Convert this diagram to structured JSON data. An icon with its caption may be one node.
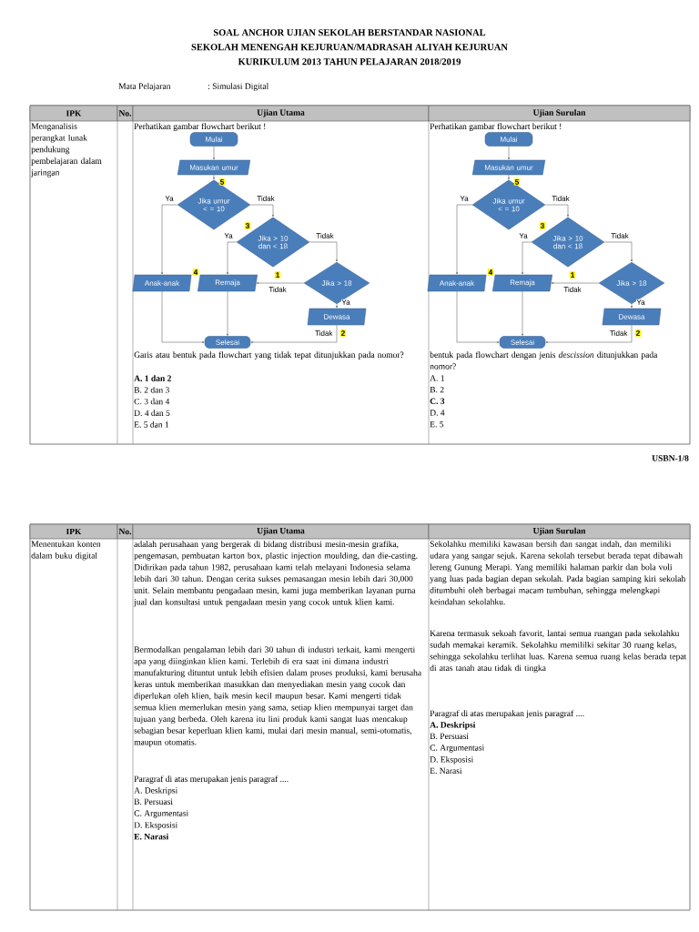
{
  "diagram": {
    "title": "SOAL ANCHOR UJIAN SEKOLAH BERSTANDAR NASIONAL",
    "nodes": [
      {
        "text": [
          "Mulai"
        ]
      },
      {
        "text": [
          "Masukan umur"
        ]
      },
      {
        "text": [
          "Jika umur < = 10"
        ]
      },
      {
        "text": [
          "Jika > 10 dan < 18"
        ]
      },
      {
        "text": [
          "Anak-anak"
        ]
      },
      {
        "text": [
          "Remaja"
        ]
      },
      {
        "text": [
          "Jika > 18"
        ]
      },
      {
        "text": [
          "Dewasa"
        ]
      },
      {
        "text": [
          "Selesai"
        ]
      },
      {
        "text": [
          "Mulai"
        ]
      },
      {
        "text": [
          "Masukan umur"
        ]
      },
      {
        "text": [
          "Jika umur < = 10"
        ]
      },
      {
        "text": [
          "Jika > 10 dan < 18"
        ]
      },
      {
        "text": [
          "Anak-anak"
        ]
      },
      {
        "text": [
          "Remaja"
        ]
      },
      {
        "text": [
          "Jika > 18"
        ]
      },
      {
        "text": [
          "Dewasa"
        ]
      },
      {
        "text": [
          "Selesai"
        ]
      }
    ],
    "edges": [
      {
        "from": 0,
        "to": 1,
        "arrow": "to"
      },
      {
        "from": 1,
        "to": 2,
        "arrow": "to"
      },
      {
        "from": 2,
        "to": 4,
        "arrow": "to",
        "label": "Ya"
      },
      {
        "from": 2,
        "to": 3,
        "arrow": "to",
        "label": "Tidak"
      },
      {
        "from": 3,
        "to": 5,
        "arrow": "to",
        "label": "Ya"
      },
      {
        "from": 3,
        "to": 6,
        "arrow": "to",
        "label": "Tidak"
      },
      {
        "from": 6,
        "to": 5,
        "arrow": "to",
        "label": "Tidak"
      },
      {
        "from": 6,
        "to": 7,
        "arrow": "to",
        "label": "Ya"
      },
      {
        "from": 4,
        "to": 8,
        "arrow": "to"
      },
      {
        "from": 5,
        "to": 8,
        "arrow": "to"
      },
      {
        "from": 7,
        "to": 8,
        "arrow": "to",
        "label": "Tidak"
      },
      {
        "from": 9,
        "to": 10,
        "arrow": "to"
      },
      {
        "from": 10,
        "to": 11,
        "arrow": "to"
      },
      {
        "from": 11,
        "to": 13,
        "arrow": "to",
        "label": "Ya"
      },
      {
        "from": 11,
        "to": 12,
        "arrow": "to",
        "label": "Tidak"
      },
      {
        "from": 12,
        "to": 14,
        "arrow": "to",
        "label": "Ya"
      },
      {
        "from": 12,
        "to": 15,
        "arrow": "to",
        "label": "Tidak"
      },
      {
        "from": 15,
        "to": 14,
        "arrow": "to",
        "label": "Tidak"
      },
      {
        "from": 15,
        "to": 16,
        "arrow": "to",
        "label": "Ya"
      },
      {
        "from": 13,
        "to": 17,
        "arrow": "to"
      },
      {
        "from": 14,
        "to": 17,
        "arrow": "to"
      },
      {
        "from": 16,
        "to": 17,
        "arrow": "to",
        "label": "Tidak"
      }
    ],
    "labels": [
      "SEKOLAH MENENGAH KEJURUAN/MADRASAH ALIYAH KEJURUAN",
      "KURIKULUM 2013 TAHUN PELAJARAN 2018/2019",
      "Mata Pelajaran",
      ": Simulasi Digital",
      "IPK",
      "No.",
      "Ujian Utama",
      "Ujian Surulan",
      "Menganalisis perangkat lunak pendukung pembelajaran dalam jaringan",
      "Perhatikan gambar flowchart berikut !",
      "5",
      "3",
      "4",
      "1",
      "2",
      "Garis atau bentuk pada flowchart yang tidak tepat ditunjukkan pada nomor?",
      "A. 1 dan 2",
      "B. 2 dan 3",
      "C. 3 dan 4",
      "D. 4 dan 5",
      "E. 5 dan 1",
      "Perhatikan gambar flowchart berikut !",
      "5",
      "3",
      "4",
      "1",
      "2",
      "bentuk pada flowchart dengan jenis *descission* ditunjukkan pada nomor?",
      "A. 1",
      "B. 2",
      "C. 3",
      "D. 4",
      "E. 5",
      "USBN-1/8",
      "IPK",
      "No.",
      "Ujian Utama",
      "Ujian Surulan",
      "Menentukan konten dalam buku digital",
      "adalah perusahaan yang bergerak di bidang distribusi mesin-mesin grafika, pengemasan, pembuatan karton box, plastic injection moulding, dan die-casting. Didirikan pada tahun 1982, perusahaan kami telah melayani Indonesia selama lebih dari 30 tahun. Dengan cerita sukses pemasangan mesin lebih dari 30,000 unit. Selain membantu pengadaan mesin, kami juga memberikan layanan purna jual dan konsultasi untuk pengadaan mesin yang cocok untuk klien kami.",
      "Bermodalkan pengalaman lebih dari 30 tahun di industri terkait, kami mengerti apa yang diinginkan klien kami. Terlebih di era saat ini dimana industri manufakturing dituntut untuk lebih efisien dalam proses produksi, kami berusaha keras untuk memberikan masukkan dan menyediakan mesin yang cocok dan diperlukan oleh klien, baik mesin kecil maupun besar. Kami mengerti tidak semua klien memerlukan mesin yang sama, setiap klien mempunyai target dan tujuan yang berbeda. Oleh karena itu lini produk kami sangat luas mencakup sebagian besar keperluan klien kami, mulai dari mesin manual, semi-otomatis, maupun otomatis.",
      "Paragraf di atas merupakan jenis paragraf ....",
      "A. Deskripsi",
      "B. Persuasi",
      "C. Argumentasi",
      "D. Eksposisi",
      "E. Narasi",
      "Sekolahku memiliki kawasan bersih dan sangat indah, dan memiliki udara yang sangar sejuk. Karena sekolah tersebut berada tepat dibawah lereng Gunung Merapi. Yang memiliki halaman parkir dan bola voli yang luas pada bagian depan sekolah. Pada bagian samping kiri sekolah ditumbuhi oleh berbagai macam tumbuhan, sehingga melengkapi keindahan sekolahku.",
      "Karena termasuk sekoah favorit, lantai semua ruangan pada sekolahku sudah memakai keramik. Sekolahku memililki sekitar 30 ruang kelas, sehingga sekolahku terlihat luas. Karena semua ruang kelas berada tepat di atas tanah atau tidak di tingka",
      "Paragraf di atas merupakan jenis paragraf ....",
      "A. Deskripsi",
      "B. Persuasi",
      "C. Argumentasi",
      "D. Eksposisi",
      "E. Narasi"
    ]
  }
}
